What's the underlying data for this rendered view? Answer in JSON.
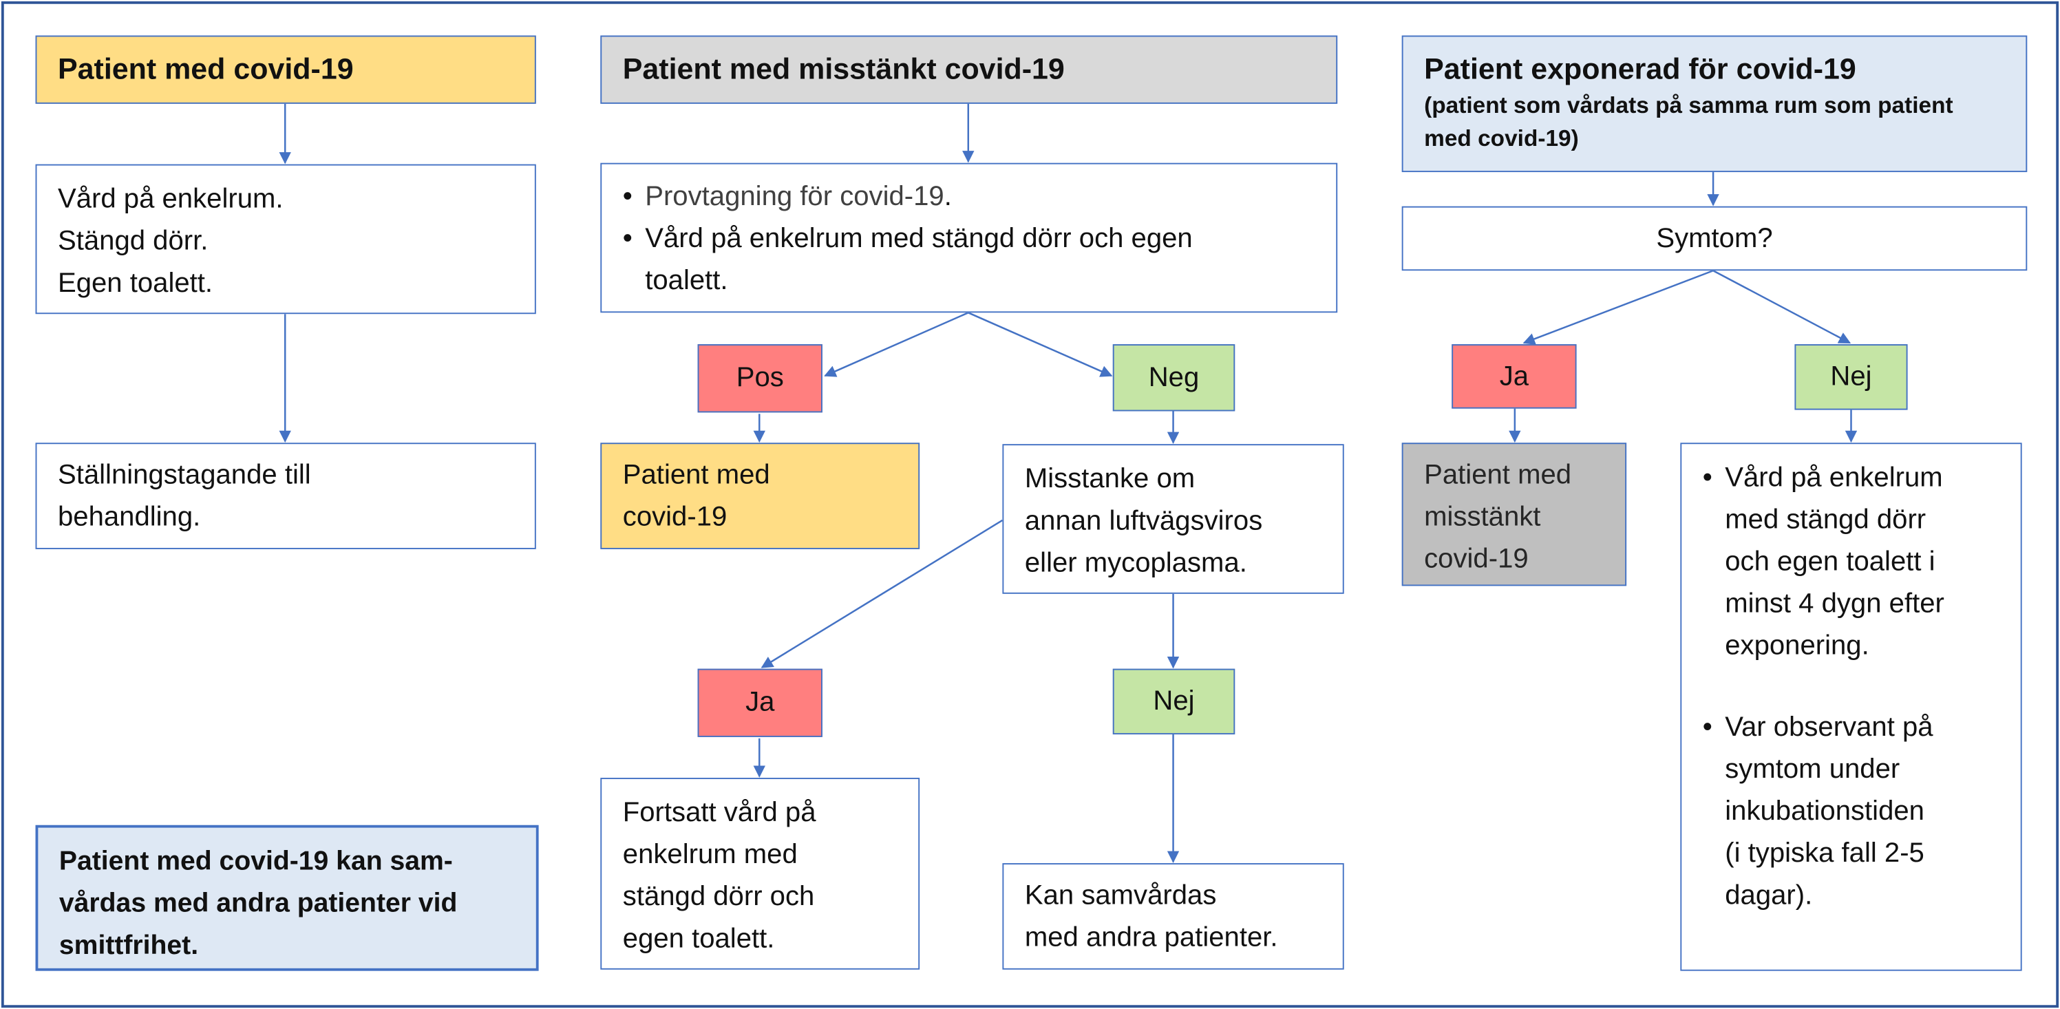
{
  "colors": {
    "border": "#4472c4",
    "frame": "#2f5597",
    "yellow": "#ffdd85",
    "grey": "#d9d9d9",
    "dark_grey": "#bfbfbf",
    "light_blue": "#dee8f4",
    "red": "#ff7f7f",
    "green": "#c5e5a5"
  },
  "col1": {
    "header": "Patient med covid-19",
    "care_lines": [
      "Vård på enkelrum.",
      "Stängd dörr.",
      "Egen toalett."
    ],
    "treatment_lines": [
      "Ställningstagande till",
      "behandling."
    ],
    "note_lines": [
      "Patient med covid-19 kan sam-",
      "vårdas med andra patienter vid",
      "smittfrihet."
    ]
  },
  "col2": {
    "header": "Patient med misstänkt covid-19",
    "bullet1": "Provtagning för covid-19",
    "bullet1_end": ".",
    "bullet2_lines": [
      "Vård på enkelrum med stängd dörr och egen",
      "toalett."
    ],
    "pos_label": "Pos",
    "neg_label": "Neg",
    "pos_result_lines": [
      "Patient med",
      "covid-19"
    ],
    "suspicion_lines": [
      "Misstanke om",
      "annan luftvägsviros",
      "eller mycoplasma."
    ],
    "ja_label": "Ja",
    "nej_label": "Nej",
    "ja_result_lines": [
      "Fortsatt vård på",
      "enkelrum med",
      "stängd dörr och",
      "egen toalett."
    ],
    "nej_result_lines": [
      "Kan samvårdas",
      "med andra patienter."
    ]
  },
  "col3": {
    "header": "Patient exponerad för covid-19",
    "subheader_lines": [
      "(patient som vårdats på samma rum som patient",
      "med covid-19)"
    ],
    "symptom_question": "Symtom?",
    "ja_label": "Ja",
    "nej_label": "Nej",
    "ja_result_lines": [
      "Patient med",
      "misstänkt",
      "covid-19"
    ],
    "nej_bullet1_lines": [
      "Vård på enkelrum",
      "med stängd dörr",
      "och egen toalett i",
      "minst 4 dygn efter",
      "exponering."
    ],
    "nej_bullet2_lines": [
      "Var observant på",
      "symtom under",
      "inkubationstiden",
      "(i typiska fall 2-5",
      "dagar)."
    ]
  }
}
